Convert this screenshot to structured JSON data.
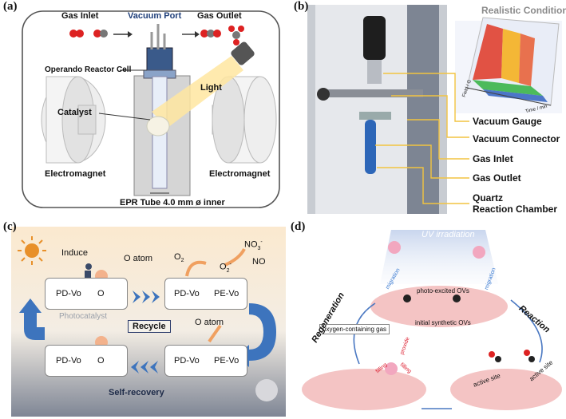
{
  "panel_a": {
    "label": "(a)",
    "gas_inlet": "Gas Inlet",
    "vacuum_port": "Vacuum Port",
    "gas_outlet": "Gas Outlet",
    "reactor_cell": "Operando Reactor Cell",
    "light": "Light",
    "catalyst": "Catalyst",
    "electromagnet_left": "Electromagnet",
    "electromagnet_right": "Electromagnet",
    "tube": "EPR Tube 4.0 mm ø inner"
  },
  "panel_b": {
    "label": "(b)",
    "inset_title": "Realistic Conditions",
    "inset_xlabel": "Time / min",
    "inset_ylabel": "Field / G",
    "callouts": [
      "Vacuum Gauge",
      "Vacuum Connector",
      "Gas Inlet",
      "Gas Outlet",
      "Quartz",
      "Reaction Chamber"
    ]
  },
  "panel_c": {
    "label": "(c)",
    "induce": "Induce",
    "o_atom_top": "O atom",
    "o2": "O",
    "o2_sub": "2",
    "o2minus": "O",
    "o2minus_sub": "2",
    "o2minus_sup": "-",
    "no3": "NO",
    "no3_sub": "3",
    "no3_sup": "-",
    "no": "NO",
    "tl_left": "PD-Vo",
    "tl_right": "O",
    "tr_left": "PD-Vo",
    "tr_right": "PE-Vo",
    "br_left": "PD-Vo",
    "br_right": "PE-Vo",
    "bl_left": "PD-Vo",
    "bl_right": "O",
    "photocatalyst": "Photocatalyst",
    "recycle": "Recycle",
    "o_atom_right": "O atom",
    "self_recovery": "Self-recovery"
  },
  "panel_d": {
    "label": "(d)",
    "uv": "UV irradiation",
    "photo_ovs": "photo-excited OVs",
    "initial_ovs": "initial synthetic OVs",
    "migration_left": "migration",
    "migration_right": "migration",
    "oxygen_gas": "oxygen-containing gas",
    "provide": "provide",
    "filling_left": "filling",
    "filling_right": "filling",
    "regeneration": "Regeneration",
    "reaction": "Reaction",
    "active_site_1": "active site",
    "active_site_2": "active site"
  }
}
